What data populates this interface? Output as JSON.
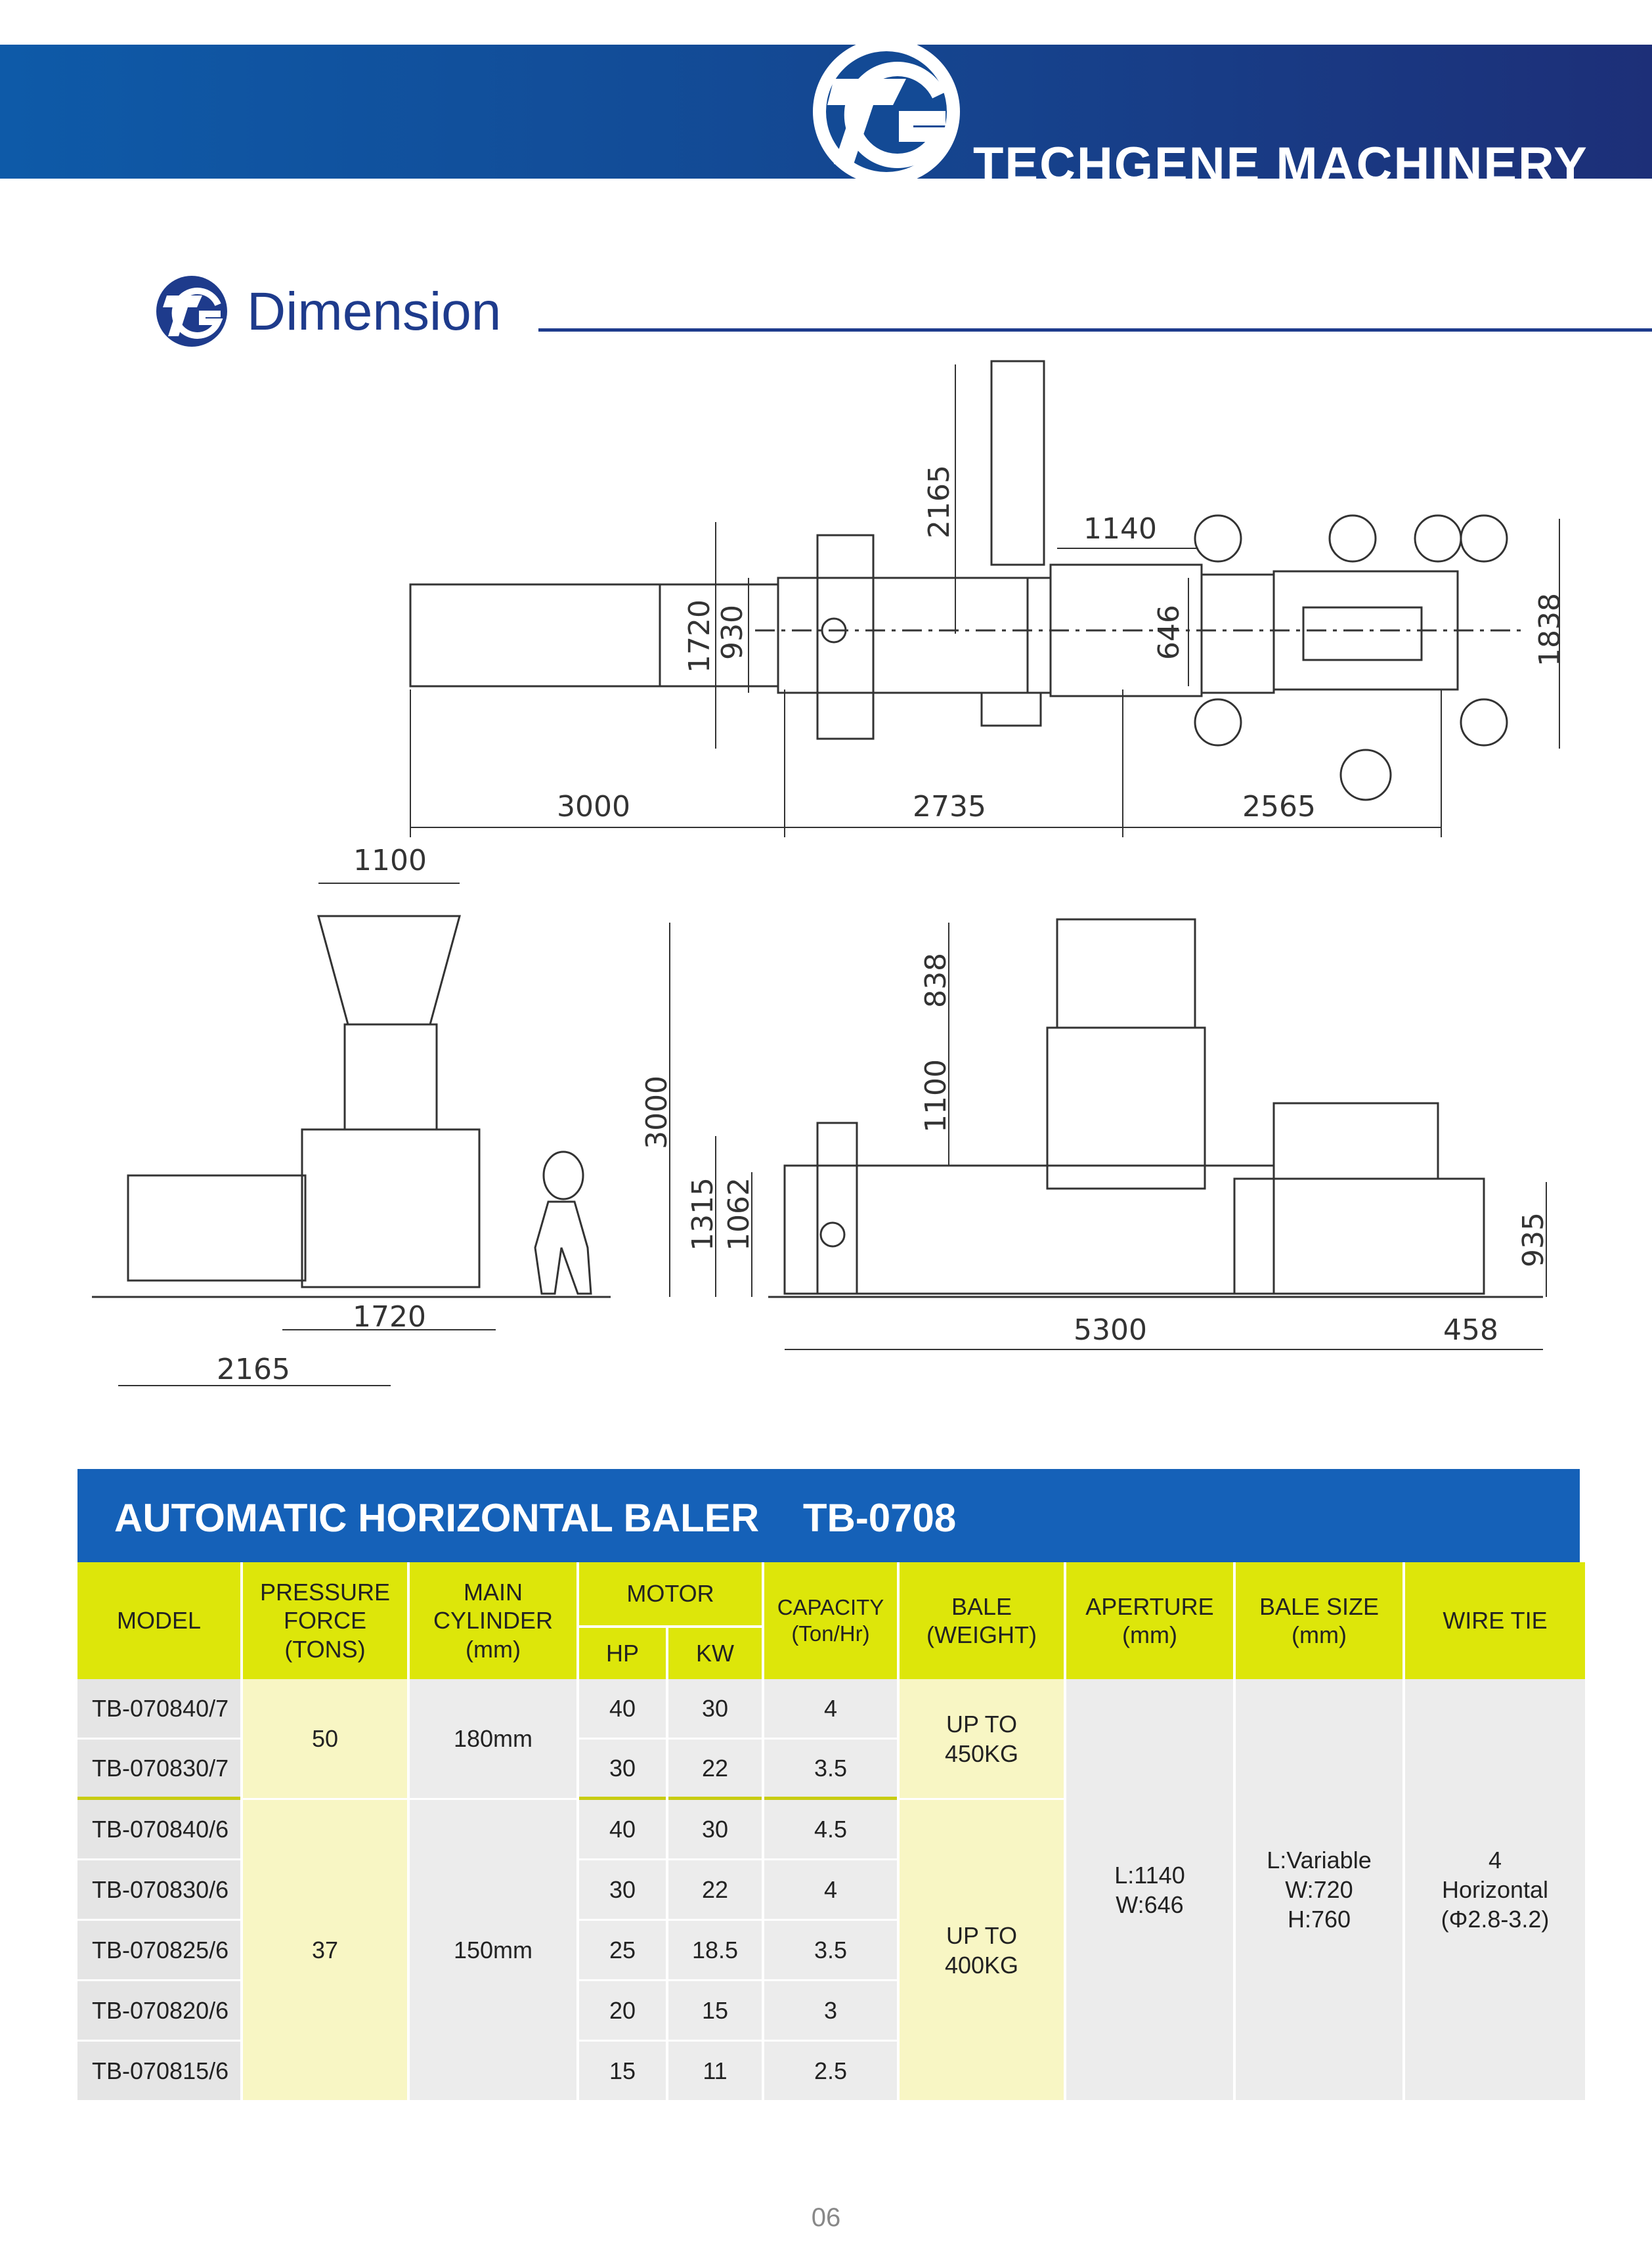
{
  "header": {
    "brand": "TECHGENE MACHINERY",
    "logo_mark": "TG"
  },
  "section": {
    "title": "Dimension"
  },
  "drawing_labels": {
    "top_view": {
      "w1": "3000",
      "w2": "2735",
      "w3": "2565",
      "h_total": "1720",
      "h_inner": "930",
      "ram": "2165",
      "aperture_len": "1140",
      "aperture_w": "646",
      "right_h": "1838"
    },
    "side_view": {
      "hopper_w": "1100",
      "base": "1720",
      "total": "2165"
    },
    "front_view": {
      "total_h": "3000",
      "hopper_h": "838",
      "chamber_h": "1100",
      "h1": "1315",
      "h2": "1062",
      "length": "5300",
      "ext": "458",
      "side_h": "935"
    }
  },
  "table": {
    "title": "AUTOMATIC HORIZONTAL BALER",
    "model_code": "TB-0708",
    "headers": {
      "model": "MODEL",
      "pressure": "PRESSURE\nFORCE\n(TONS)",
      "cylinder": "MAIN\nCYLINDER\n(mm)",
      "motor": "MOTOR",
      "hp": "HP",
      "kw": "KW",
      "capacity": "CAPACITY\n(Ton/Hr)",
      "bale": "BALE\n(WEIGHT)",
      "aperture": "APERTURE\n(mm)",
      "bale_size": "BALE SIZE\n(mm)",
      "wire_tie": "WIRE TIE"
    },
    "groups": [
      {
        "pressure": "50",
        "cylinder": "180mm",
        "bale_weight": "UP TO\n450KG",
        "rows": [
          {
            "model": "TB-070840/7",
            "hp": "40",
            "kw": "30",
            "capacity": "4"
          },
          {
            "model": "TB-070830/7",
            "hp": "30",
            "kw": "22",
            "capacity": "3.5"
          }
        ]
      },
      {
        "pressure": "37",
        "cylinder": "150mm",
        "bale_weight": "UP TO\n400KG",
        "rows": [
          {
            "model": "TB-070840/6",
            "hp": "40",
            "kw": "30",
            "capacity": "4.5"
          },
          {
            "model": "TB-070830/6",
            "hp": "30",
            "kw": "22",
            "capacity": "4"
          },
          {
            "model": "TB-070825/6",
            "hp": "25",
            "kw": "18.5",
            "capacity": "3.5"
          },
          {
            "model": "TB-070820/6",
            "hp": "20",
            "kw": "15",
            "capacity": "3"
          },
          {
            "model": "TB-070815/6",
            "hp": "15",
            "kw": "11",
            "capacity": "2.5"
          }
        ]
      }
    ],
    "aperture": "L:1140\nW:646",
    "bale_size": "L:Variable\nW:720\nH:760",
    "wire_tie": "4\nHorizontal\n(Φ2.8-3.2)"
  },
  "page_number": "06",
  "colors": {
    "brand_blue": "#1561b8",
    "header_yellow": "#dde60a",
    "light_yellow": "#f8f6c4",
    "cell_gray": "#ececec"
  }
}
